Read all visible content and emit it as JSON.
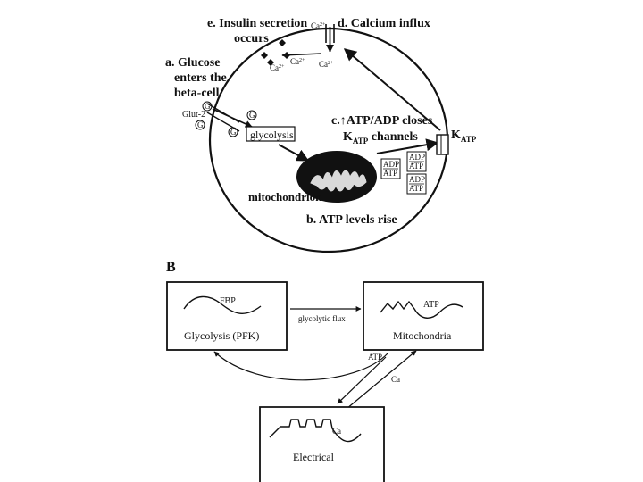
{
  "panel_a": {
    "step_a": [
      "a. Glucose",
      "enters the",
      "beta-cell"
    ],
    "glut": "Glut-2",
    "glucose_mark": "G",
    "glycolysis": "glycolysis",
    "mitochondrion": "mitochondrion",
    "step_b": "b. ATP levels rise",
    "step_c_line1": "c.↑ATP/ADP closes",
    "step_c_k": "K",
    "step_c_sub": "ATP",
    "step_c_rest": " channels",
    "katp_k": "K",
    "katp_sub": "ATP",
    "ratio_top": "ADP",
    "ratio_bottom": "ATP",
    "step_d": "d. Calcium influx",
    "step_e": [
      "e. Insulin secretion",
      "occurs"
    ],
    "ca": "Ca",
    "ca_sup": "2+"
  },
  "panel_b": {
    "letter": "B",
    "glycolysis_box": "Glycolysis (PFK)",
    "fbp": "FBP",
    "mito_box": "Mitochondria",
    "atp": "ATP",
    "electrical_box": "Electrical",
    "ca": "Ca",
    "flux": "glycolytic flux",
    "atp_arrow": "ATP",
    "ca_arrow": "Ca"
  }
}
